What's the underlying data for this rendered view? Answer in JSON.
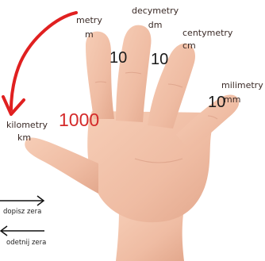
{
  "units": {
    "kilometry": {
      "name": "kilometry",
      "abbr": "km"
    },
    "metry": {
      "name": "metry",
      "abbr": "m"
    },
    "decymetry": {
      "name": "decymetry",
      "abbr": "dm"
    },
    "centymetry": {
      "name": "centymetry",
      "abbr": "cm"
    },
    "milimetry": {
      "name": "milimetry",
      "abbr": "mm"
    }
  },
  "factors": {
    "km_m": "1000",
    "m_dm": "10",
    "dm_cm": "10",
    "cm_mm": "10"
  },
  "arrows": {
    "right_caption": "dopisz zera",
    "left_caption": "odetnij zera"
  },
  "colors": {
    "skin": "#f0c0a8",
    "skin_shadow": "#d99c84",
    "annotation_red": "#e02020",
    "text": "#3a2a26"
  }
}
